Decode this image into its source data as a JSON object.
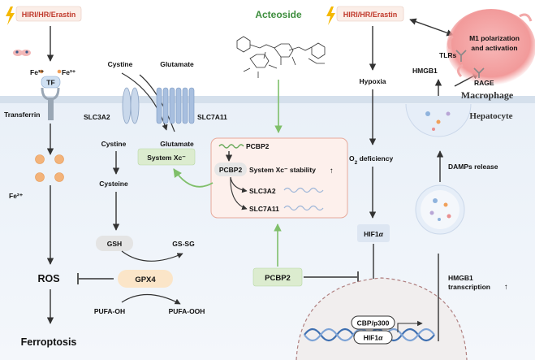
{
  "colors": {
    "background_top": "#ffffff",
    "background_cell": "#eef3f9",
    "membrane": "#dfe8f2",
    "trigger_fill": "#fbeee8",
    "trigger_text": "#c0392b",
    "lightning": "#f5b800",
    "acteoside_green": "#3e8e3e",
    "green_box": "#dceccf",
    "pink_panel": "#fdf0ec",
    "pink_border": "#e7a99a",
    "gpx4_fill": "#fbe5c8",
    "gsh_fill": "#e4e4e4",
    "hif_fill": "#dde6f2",
    "macrophage": "#f2a8a8",
    "dna_blue": "#3e6fb0",
    "iron": "#f0a05a"
  },
  "trigger": {
    "label": "HIRI/HR/Erastin"
  },
  "acteoside": {
    "label": "Acteoside"
  },
  "left": {
    "fe3_a": "Fe³⁺",
    "fe3_b": "Fe³⁺",
    "tf": "TF",
    "transferrin": "Transferrin",
    "fe2": "Fe²⁺",
    "ros": "ROS",
    "ferroptosis": "Ferroptosis"
  },
  "transporter": {
    "cystine_top": "Cystine",
    "glutamate_top": "Glutamate",
    "slc3a2": "SLC3A2",
    "slc7a11": "SLC7A11",
    "cystine_bottom": "Cystine",
    "glutamate_bottom": "Glutamate",
    "system_xc": "System Xc⁻",
    "cysteine": "Cysteine",
    "gsh": "GSH",
    "gssg": "GS-SG",
    "gpx4": "GPX4",
    "pufa_oh": "PUFA-OH",
    "pufa_ooh": "PUFA-OOH"
  },
  "pcbp2_panel": {
    "pcbp2_top": "PCBP2",
    "pcbp2_mid": "PCBP2",
    "stability": "System Xc⁻ stability",
    "stability_arrow": "↑",
    "slc3a2": "SLC3A2",
    "slc7a11": "SLC7A11"
  },
  "pcbp2_box": "PCBP2",
  "right": {
    "hypoxia": "Hypoxia",
    "o2": "O",
    "o2_sub": "2",
    "o2_rest": " deficiency",
    "hif1a": "HIF1",
    "hif1a_alpha": "α",
    "cbp": "CBP/p300",
    "hif1a_dna": "HIF1",
    "hif1a_dna_alpha": "α",
    "damps": "DAMPs release",
    "hmgb1_tx_1": "HMGB1",
    "hmgb1_tx_2": "transcription",
    "hmgb1_tx_arrow": "↑",
    "hmgb1": "HMGB1",
    "tlrs": "TLRs",
    "rage": "RAGE",
    "m1_1": "M1 polarization",
    "m1_2": "and activation",
    "macrophage": "Macrophage",
    "hepatocyte": "Hepatocyte"
  }
}
